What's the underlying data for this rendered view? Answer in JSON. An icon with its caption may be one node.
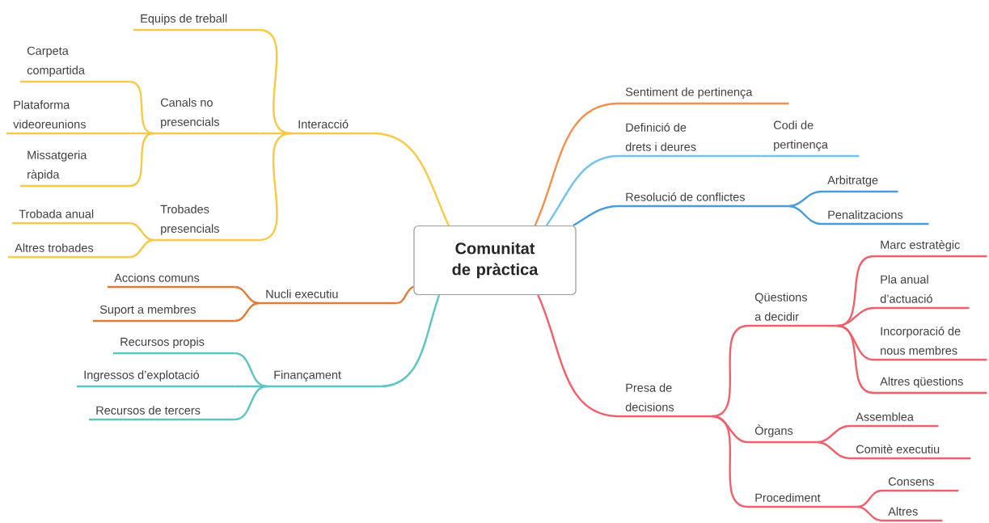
{
  "diagram": {
    "nodes": [
      {
        "text": [
          "Comunitat de pràctica"
        ]
      },
      {
        "text": [
          "Interacció"
        ]
      },
      {
        "text": [
          "Equips de treball"
        ]
      },
      {
        "text": [
          "Canals no presencials"
        ]
      },
      {
        "text": [
          "Carpeta compartida"
        ]
      },
      {
        "text": [
          "Plataforma videoreunions"
        ]
      },
      {
        "text": [
          "Missatgeria ràpida"
        ]
      },
      {
        "text": [
          "Trobades presencials"
        ]
      },
      {
        "text": [
          "Trobada anual"
        ]
      },
      {
        "text": [
          "Altres trobades"
        ]
      },
      {
        "text": [
          "Nucli executiu"
        ]
      },
      {
        "text": [
          "Accions comuns"
        ]
      },
      {
        "text": [
          "Suport a membres"
        ]
      },
      {
        "text": [
          "Finançament"
        ]
      },
      {
        "text": [
          "Recursos propis"
        ]
      },
      {
        "text": [
          "Ingressos d’explotació"
        ]
      },
      {
        "text": [
          "Recursos de tercers"
        ]
      },
      {
        "text": [
          "Sentiment de pertinença"
        ]
      },
      {
        "text": [
          "Definició de drets i deures"
        ]
      },
      {
        "text": [
          "Codi de pertinença"
        ]
      },
      {
        "text": [
          "Resolució de conflictes"
        ]
      },
      {
        "text": [
          "Arbitratge"
        ]
      },
      {
        "text": [
          "Penalitzacions"
        ]
      },
      {
        "text": [
          "Presa de decisions"
        ]
      },
      {
        "text": [
          "Qüestions a decidir"
        ]
      },
      {
        "text": [
          "Marc estratègic"
        ]
      },
      {
        "text": [
          "Pla anual d’actuació"
        ]
      },
      {
        "text": [
          "Incorporació de nous membres"
        ]
      },
      {
        "text": [
          "Altres qüestions"
        ]
      },
      {
        "text": [
          "Òrgans"
        ]
      },
      {
        "text": [
          "Assemblea"
        ]
      },
      {
        "text": [
          "Comitè executiu"
        ]
      },
      {
        "text": [
          "Procediment"
        ]
      },
      {
        "text": [
          "Consens"
        ]
      },
      {
        "text": [
          "Altres"
        ]
      }
    ],
    "edges": [
      {
        "from": 0,
        "to": 1,
        "arrow": "none",
        "color": "#f7c948"
      },
      {
        "from": 1,
        "to": 2,
        "arrow": "none",
        "color": "#f7c948"
      },
      {
        "from": 1,
        "to": 3,
        "arrow": "none",
        "color": "#f7c948"
      },
      {
        "from": 3,
        "to": 4,
        "arrow": "none",
        "color": "#f7c948"
      },
      {
        "from": 3,
        "to": 5,
        "arrow": "none",
        "color": "#f7c948"
      },
      {
        "from": 3,
        "to": 6,
        "arrow": "none",
        "color": "#f7c948"
      },
      {
        "from": 1,
        "to": 7,
        "arrow": "none",
        "color": "#f7c948"
      },
      {
        "from": 7,
        "to": 8,
        "arrow": "none",
        "color": "#f7c948"
      },
      {
        "from": 7,
        "to": 9,
        "arrow": "none",
        "color": "#f7c948"
      },
      {
        "from": 0,
        "to": 10,
        "arrow": "none",
        "color": "#e07b39"
      },
      {
        "from": 10,
        "to": 11,
        "arrow": "none",
        "color": "#e07b39"
      },
      {
        "from": 10,
        "to": 12,
        "arrow": "none",
        "color": "#e07b39"
      },
      {
        "from": 0,
        "to": 13,
        "arrow": "none",
        "color": "#5bc4c4"
      },
      {
        "from": 13,
        "to": 14,
        "arrow": "none",
        "color": "#5bc4c4"
      },
      {
        "from": 13,
        "to": 15,
        "arrow": "none",
        "color": "#5bc4c4"
      },
      {
        "from": 13,
        "to": 16,
        "arrow": "none",
        "color": "#5bc4c4"
      },
      {
        "from": 0,
        "to": 17,
        "arrow": "none",
        "color": "#f4904a"
      },
      {
        "from": 0,
        "to": 18,
        "arrow": "none",
        "color": "#74c2f2"
      },
      {
        "from": 18,
        "to": 19,
        "arrow": "none",
        "color": "#74c2f2"
      },
      {
        "from": 0,
        "to": 20,
        "arrow": "none",
        "color": "#4a9bd9"
      },
      {
        "from": 20,
        "to": 21,
        "arrow": "none",
        "color": "#4a9bd9"
      },
      {
        "from": 20,
        "to": 22,
        "arrow": "none",
        "color": "#4a9bd9"
      },
      {
        "from": 0,
        "to": 23,
        "arrow": "none"
      },
      {
        "from": 23,
        "to": 24,
        "arrow": "none"
      },
      {
        "from": 24,
        "to": 25,
        "arrow": "none"
      },
      {
        "from": 24,
        "to": 26,
        "arrow": "none"
      },
      {
        "from": 24,
        "to": 27,
        "arrow": "none"
      },
      {
        "from": 24,
        "to": 28,
        "arrow": "none"
      },
      {
        "from": 23,
        "to": 29,
        "arrow": "none"
      },
      {
        "from": 29,
        "to": 30,
        "arrow": "none"
      },
      {
        "from": 29,
        "to": 31,
        "arrow": "none"
      },
      {
        "from": 23,
        "to": 32,
        "arrow": "none"
      },
      {
        "from": 32,
        "to": 33,
        "arrow": "none"
      },
      {
        "from": 32,
        "to": 34,
        "arrow": "none"
      }
    ]
  }
}
